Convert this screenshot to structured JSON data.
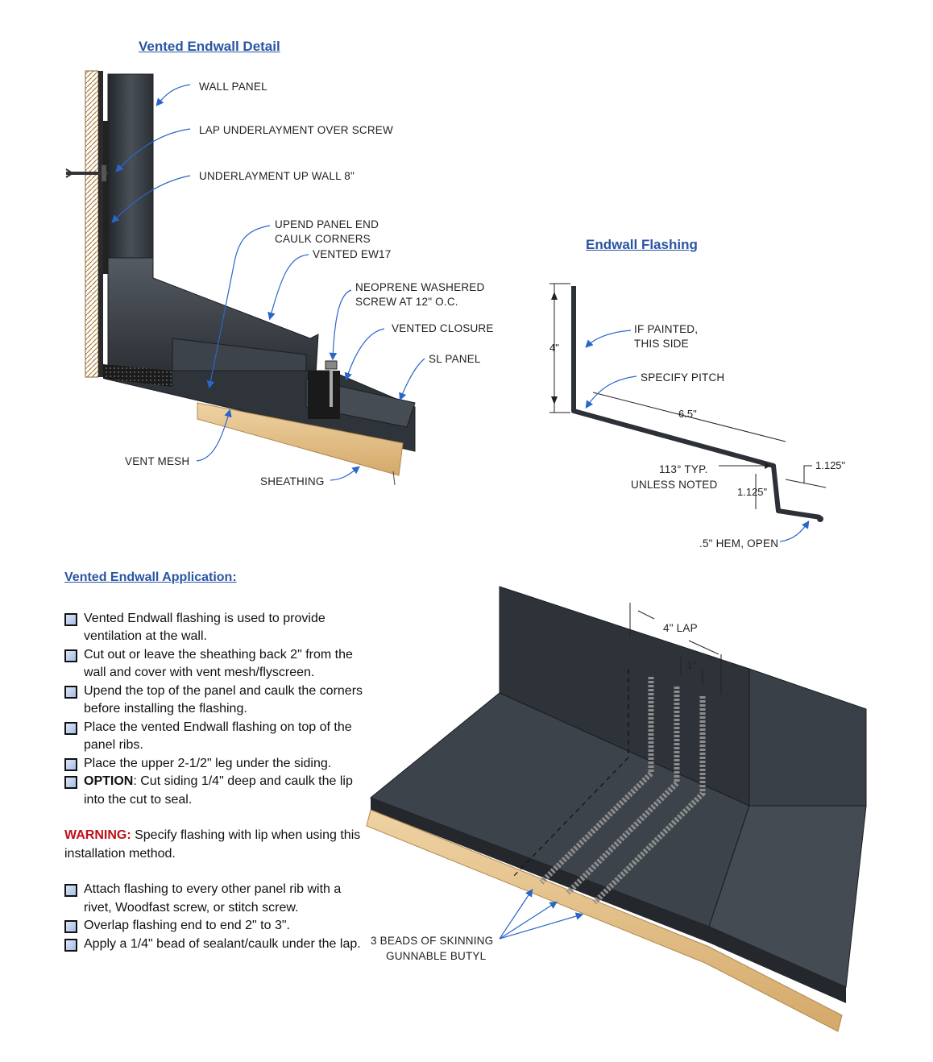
{
  "titles": {
    "detail": "Vented Endwall Detail",
    "flashing": "Endwall Flashing",
    "application": "Vented Endwall Application:"
  },
  "detail_labels": {
    "wall_panel": "WALL PANEL",
    "lap_underlayment": "LAP UNDERLAYMENT OVER SCREW",
    "underlayment_up": "UNDERLAYMENT UP WALL 8\"",
    "upend_1": "UPEND PANEL END",
    "upend_2": "CAULK CORNERS",
    "vented_ew17": "VENTED EW17",
    "neoprene_1": "NEOPRENE WASHERED",
    "neoprene_2": "SCREW AT 12\" O.C.",
    "vented_closure": "VENTED CLOSURE",
    "sl_panel": "SL PANEL",
    "vent_mesh": "VENT MESH",
    "sheathing": "SHEATHING"
  },
  "flashing_labels": {
    "height": "4\"",
    "painted_1": "IF PAINTED,",
    "painted_2": "THIS SIDE",
    "pitch": "SPECIFY PITCH",
    "length": "6.5\"",
    "angle_1": "113° TYP.",
    "angle_2": "UNLESS NOTED",
    "drop": "1.125\"",
    "lip": "1.125\"",
    "hem": ".5\" HEM, OPEN"
  },
  "iso_labels": {
    "lap": "4\" LAP",
    "gap": "1\"",
    "beads_1": "3 BEADS OF SKINNING",
    "beads_2": "GUNNABLE BUTYL"
  },
  "application": {
    "steps_a": [
      "Vented Endwall flashing is used to provide ventilation at the wall.",
      "Cut out or leave the sheathing back 2\" from the wall and cover with vent mesh/flyscreen.",
      "Upend the top of the panel and caulk the corners before installing the flashing.",
      "Place the vented Endwall flashing on top of the panel ribs.",
      "Place the upper 2-1/2\" leg under the siding."
    ],
    "option_label": "OPTION",
    "option_text": ": Cut siding 1/4\" deep and caulk the lip into the cut to seal.",
    "warning_label": "WARNING:",
    "warning_text": " Specify flashing with lip when using this installation method.",
    "steps_b": [
      "Attach flashing to every other panel rib with a rivet, Woodfast screw, or stitch screw.",
      "Overlap flashing end to end 2\" to 3\".",
      "Apply a 1/4\" bead of sealant/caulk under the lap."
    ]
  },
  "colors": {
    "heading": "#2a55a3",
    "warning": "#c0101a",
    "metal": "#3a3f46",
    "wood": "#e2bf8a",
    "leader": "#2a66c9"
  }
}
